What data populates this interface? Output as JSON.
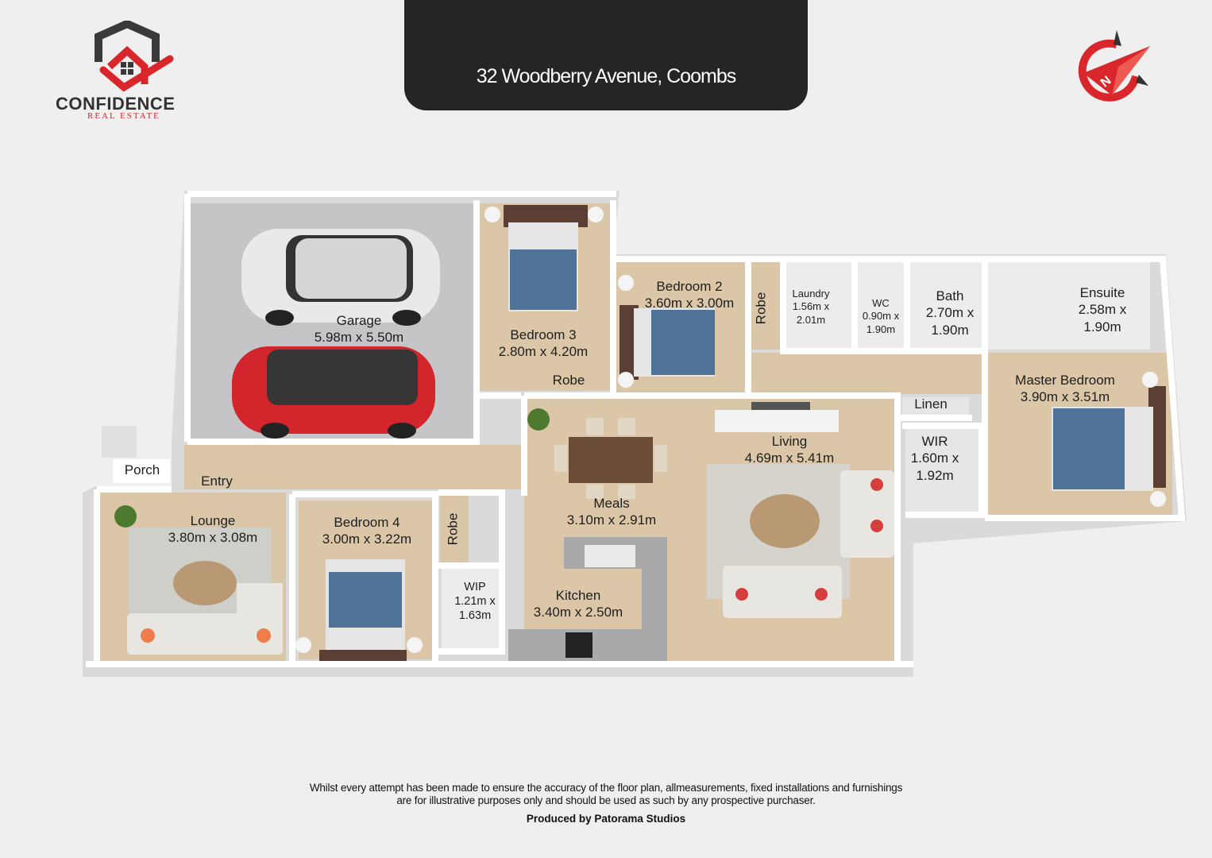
{
  "brand": {
    "name": "CONFIDENCE",
    "tagline": "REAL ESTATE",
    "colors": {
      "red": "#d9262b",
      "dark": "#333333"
    }
  },
  "header": {
    "address": "32 Woodberry Avenue, Coombs"
  },
  "compass": {
    "icon": "north-compass-icon",
    "letter": "N"
  },
  "rooms": {
    "garage": {
      "name": "Garage",
      "dims": "5.98m x 5.50m"
    },
    "bedroom3": {
      "name": "Bedroom 3",
      "dims": "2.80m x 4.20m"
    },
    "robe3": {
      "name": "Robe"
    },
    "bedroom2": {
      "name": "Bedroom 2",
      "dims": "3.60m x 3.00m"
    },
    "robe2": {
      "name": "Robe"
    },
    "laundry": {
      "name": "Laundry",
      "dims1": "1.56m x",
      "dims2": "2.01m"
    },
    "wc": {
      "name": "WC",
      "dims1": "0.90m x",
      "dims2": "1.90m"
    },
    "bath": {
      "name": "Bath",
      "dims1": "2.70m x",
      "dims2": "1.90m"
    },
    "ensuite": {
      "name": "Ensuite",
      "dims1": "2.58m x",
      "dims2": "1.90m"
    },
    "master": {
      "name": "Master Bedroom",
      "dims": "3.90m x 3.51m"
    },
    "linen": {
      "name": "Linen"
    },
    "wir": {
      "name": "WIR",
      "dims1": "1.60m x",
      "dims2": "1.92m"
    },
    "living": {
      "name": "Living",
      "dims": "4.69m x 5.41m"
    },
    "meals": {
      "name": "Meals",
      "dims": "3.10m x 2.91m"
    },
    "kitchen": {
      "name": "Kitchen",
      "dims": "3.40m x 2.50m"
    },
    "wip": {
      "name": "WIP",
      "dims1": "1.21m x",
      "dims2": "1.63m"
    },
    "robe4": {
      "name": "Robe"
    },
    "bedroom4": {
      "name": "Bedroom 4",
      "dims": "3.00m x 3.22m"
    },
    "lounge": {
      "name": "Lounge",
      "dims": "3.80m x 3.08m"
    },
    "entry": {
      "name": "Entry"
    },
    "porch": {
      "name": "Porch"
    }
  },
  "footer": {
    "disclaimer_line1": "Whilst every attempt has been made to ensure the accuracy of the floor plan, allmeasurements, fixed installations and furnishings",
    "disclaimer_line2": "are for illustrative purposes only and should be used as such by any prospective purchaser.",
    "produced_by": "Produced by Patorama Studios"
  },
  "palette": {
    "floor_wood": "#d9c4a6",
    "floor_concrete": "#c4c4c6",
    "floor_tile": "#e8e8e8",
    "wall": "#ffffff",
    "bed_blue": "#4f7396",
    "car_red": "#d3262c",
    "car_white": "#e9e9ea"
  }
}
